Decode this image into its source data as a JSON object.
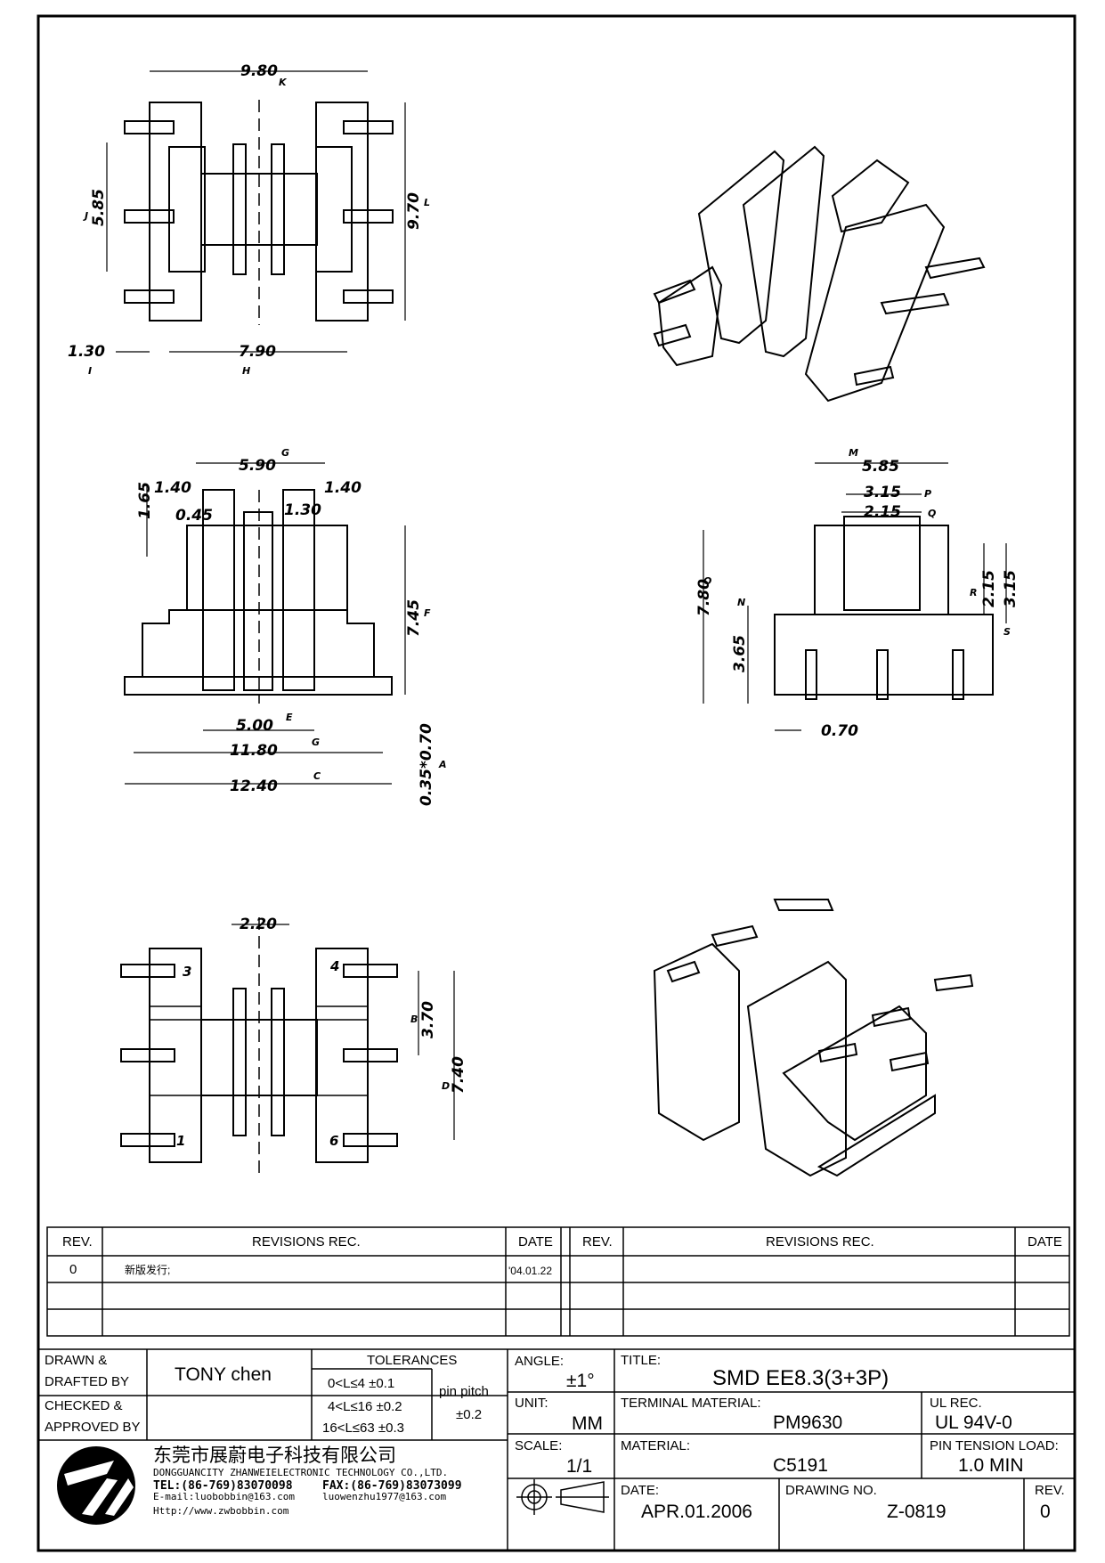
{
  "drawing": {
    "top_view": {
      "dims": {
        "overall_width": "9.80",
        "overall_width_mark": "K",
        "pin_span": "5.85",
        "pin_span_mark": "J",
        "height": "9.70",
        "height_mark": "L",
        "pin_offset": "1.30",
        "pin_offset_mark": "I",
        "inner_width": "7.90",
        "inner_width_mark": "H"
      }
    },
    "front_view": {
      "dims": {
        "top_width": "5.90",
        "top_width_mark": "G",
        "flange_left": "1.40",
        "flange_right": "1.40",
        "left_height": "1.65",
        "slot": "0.45",
        "slot2": "1.30",
        "height": "7.45",
        "height_mark": "F",
        "base": "5.00",
        "base_mark": "E",
        "pin_span": "11.80",
        "pin_span_mark": "G",
        "overall": "12.40",
        "overall_mark": "C",
        "pin_thk": "0.35*0.70",
        "pin_thk_mark": "A"
      }
    },
    "side_view": {
      "dims": {
        "width": "5.85",
        "width_mark": "M",
        "w2": "3.15",
        "w2_mark": "P",
        "w3": "2.15",
        "w3_mark": "Q",
        "height": "7.80",
        "height_mark": "O",
        "base_h": "3.65",
        "base_h_mark": "N",
        "r1": "2.15",
        "r1_mark": "R",
        "r2": "3.15",
        "r2_mark": "S",
        "pin_w": "0.70"
      }
    },
    "bottom_view": {
      "dims": {
        "center": "2.20",
        "pin_pitch": "3.70",
        "pin_pitch_mark": "B",
        "pin_span": "7.40",
        "pin_span_mark": "D"
      },
      "pin_labels": [
        "3",
        "4",
        "1",
        "6"
      ]
    }
  },
  "revisions": {
    "headers": {
      "rev": "REV.",
      "rec": "REVISIONS    REC.",
      "date": "DATE"
    },
    "rows": [
      {
        "rev": "0",
        "rec": "新版发行;",
        "date": "'04.01.22"
      }
    ]
  },
  "title_block": {
    "drawn_label": "DRAWN &\nDRAFTED BY",
    "drawn_value": "TONY  chen",
    "checked_label": "CHECKED &\nAPPROVED BY",
    "tolerances_label": "TOLERANCES",
    "tolerances": [
      "0<L≤4    ±0.1",
      "4<L≤16  ±0.2",
      "16<L≤63  ±0.3"
    ],
    "pin_pitch_label": "pin pitch",
    "pin_pitch_value": "±0.2",
    "angle_label": "ANGLE:",
    "angle_value": "±1°",
    "unit_label": "UNIT:",
    "unit_value": "MM",
    "scale_label": "SCALE:",
    "scale_value": "1/1",
    "title_label": "TITLE:",
    "title_value": "SMD  EE8.3(3+3P)",
    "terminal_label": "TERMINAL MATERIAL:",
    "terminal_value": "PM9630",
    "ul_label": "UL REC.",
    "ul_value": "UL 94V-0",
    "material_label": "MATERIAL:",
    "material_value": "C5191",
    "pin_tension_label": "PIN TENSION LOAD:",
    "pin_tension_value": "1.0  MIN",
    "date_label": "DATE:",
    "date_value": "APR.01.2006",
    "drawing_no_label": "DRAWING  NO.",
    "drawing_no_value": "Z-0819",
    "rev_label": "REV.",
    "rev_value": "0"
  },
  "company": {
    "name_cn": "东莞市展蔚电子科技有限公司",
    "name_en": "DONGGUANCITY ZHANWEIELECTRONIC TECHNOLOGY CO.,LTD.",
    "tel": "TEL:(86-769)83070098",
    "fax": "FAX:(86-769)83073099",
    "email": "E-mail:luobobbin@163.com",
    "email2": "luowenzhu1977@163.com",
    "web": "Http://www.zwbobbin.com"
  }
}
